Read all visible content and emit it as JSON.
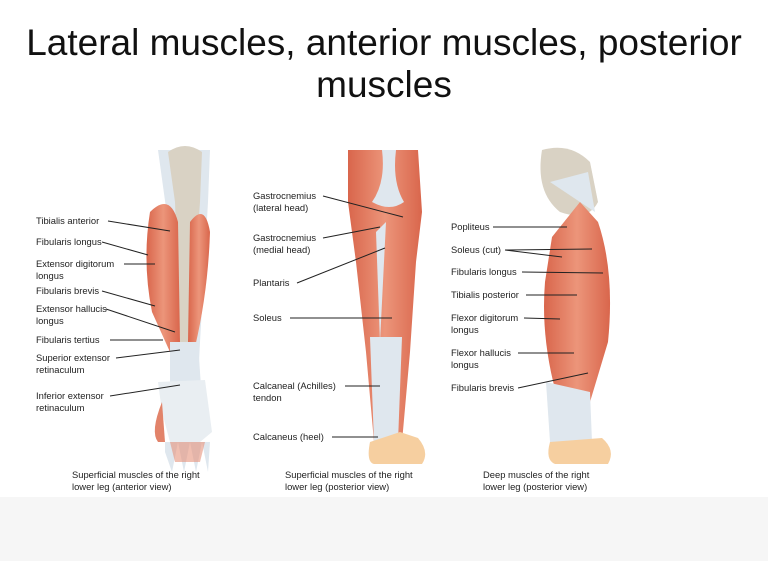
{
  "slide": {
    "title_line1": "Lateral muscles, anterior muscles, posterior",
    "title_line2": "muscles"
  },
  "panels": [
    {
      "caption_line1": "Superficial muscles of the right",
      "caption_line2": "lower leg (anterior view)",
      "labels": [
        {
          "l1": "Tibialis anterior",
          "l2": ""
        },
        {
          "l1": "Fibularis longus",
          "l2": ""
        },
        {
          "l1": "Extensor digitorum",
          "l2": "longus"
        },
        {
          "l1": "Fibularis brevis",
          "l2": ""
        },
        {
          "l1": "Extensor hallucis",
          "l2": "longus"
        },
        {
          "l1": "Fibularis tertius",
          "l2": ""
        },
        {
          "l1": "Superior extensor",
          "l2": "retinaculum"
        },
        {
          "l1": "Inferior extensor",
          "l2": "retinaculum"
        }
      ]
    },
    {
      "caption_line1": "Superficial muscles of the right",
      "caption_line2": "lower leg (posterior view)",
      "labels": [
        {
          "l1": "Gastrocnemius",
          "l2": "(lateral head)"
        },
        {
          "l1": "Gastrocnemius",
          "l2": "(medial head)"
        },
        {
          "l1": "Plantaris",
          "l2": ""
        },
        {
          "l1": "Soleus",
          "l2": ""
        },
        {
          "l1": "Calcaneal (Achilles)",
          "l2": "tendon"
        },
        {
          "l1": "Calcaneus (heel)",
          "l2": ""
        }
      ]
    },
    {
      "caption_line1": "Deep muscles of the right",
      "caption_line2": "lower leg (posterior view)",
      "labels": [
        {
          "l1": "Popliteus",
          "l2": ""
        },
        {
          "l1": "Soleus (cut)",
          "l2": ""
        },
        {
          "l1": "Fibularis longus",
          "l2": ""
        },
        {
          "l1": "Tibialis posterior",
          "l2": ""
        },
        {
          "l1": "Flexor digitorum",
          "l2": "longus"
        },
        {
          "l1": "Flexor hallucis",
          "l2": "longus"
        },
        {
          "l1": "Fibularis brevis",
          "l2": ""
        }
      ]
    }
  ],
  "colors": {
    "muscle": "#e0785e",
    "tendon": "#dfe7ee",
    "bone": "#d9d2c4",
    "heel": "#f6cfa0"
  }
}
